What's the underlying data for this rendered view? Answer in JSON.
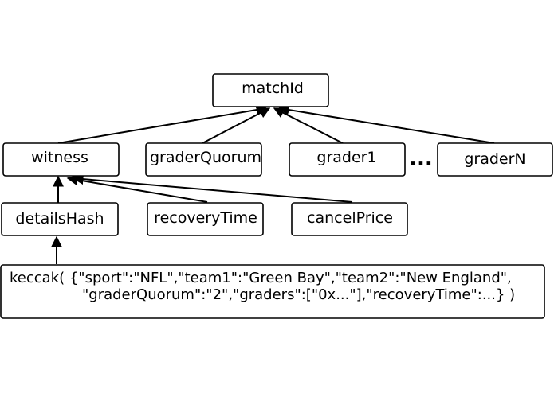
{
  "nodes": {
    "match_id": "matchId",
    "witness": "witness",
    "grader_quorum": "graderQuorum",
    "grader1": "grader1",
    "ellipsis": "...",
    "grader_n": "graderN",
    "details_hash": "detailsHash",
    "recovery_time": "recoveryTime",
    "cancel_price": "cancelPrice"
  },
  "hash_box": {
    "line1": "keccak( {\"sport\":\"NFL\",\"team1\":\"Green Bay\",\"team2\":\"New England\",",
    "line2": "\"graderQuorum\":\"2\",\"graders\":[\"0x...\"],\"recoveryTime\":...} )"
  }
}
